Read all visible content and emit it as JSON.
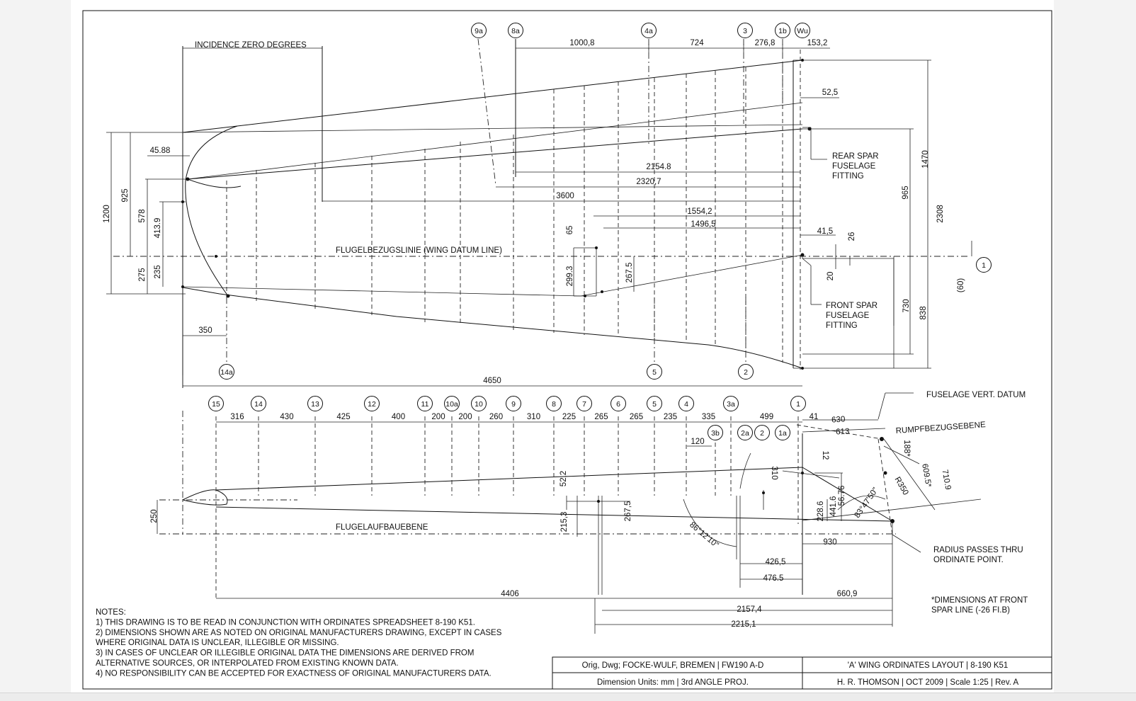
{
  "labels": {
    "incidence": "INCIDENCE ZERO DEGREES",
    "wing_datum": "FLUGELBEZUGSLINIE (WING DATUM LINE)",
    "rear_spar": [
      "REAR SPAR",
      "FUSELAGE",
      "FITTING"
    ],
    "front_spar": [
      "FRONT SPAR",
      "FUSELAGE",
      "FITTING"
    ],
    "fuselage_vert_datum": "FUSELAGE VERT. DATUM",
    "rumpfbezugsebene": "RUMPFBEZUGSEBENE",
    "flugelaufbauebene": "FLUGELAUFBAUEBENE",
    "radius_note": [
      "RADIUS PASSES THRU",
      "ORDINATE POINT."
    ],
    "front_spar_note": [
      "*DIMENSIONS AT FRONT",
      "SPAR LINE (-26 FI.B)"
    ]
  },
  "top_bubbles": [
    "9a",
    "8a",
    "4a",
    "3",
    "1b",
    "Wu"
  ],
  "mid_bubbles": [
    "14a",
    "5",
    "2"
  ],
  "side_bubble": "1",
  "bottom_bubbles": [
    "15",
    "14",
    "13",
    "12",
    "11",
    "10a",
    "10",
    "9",
    "8",
    "7",
    "6",
    "5",
    "4",
    "3a",
    "1"
  ],
  "bottom_bubbles_2": [
    "3b",
    "2a",
    "2",
    "1a"
  ],
  "top_dims": {
    "d1000": "1000,8",
    "d724": "724",
    "d276": "276,8",
    "d153": "153,2",
    "d52": "52,5",
    "d2154": "2154.8",
    "d2320": "2320,7",
    "d3600": "3600",
    "d1554": "1554,2",
    "d1496": "1496,5",
    "d41": "41,5",
    "d26": "26",
    "d20": "20",
    "d65": "65",
    "d299": "299.3",
    "d267": "267.5",
    "d4588": "45.88",
    "d350": "350",
    "d4650": "4650",
    "d1200": "1200",
    "d925": "925",
    "d578": "578",
    "d4139": "413.9",
    "d275": "275",
    "d235": "235",
    "d1470": "1470",
    "d965": "965",
    "d2308": "2308",
    "d730": "730",
    "d838": "838",
    "d60": "(60)"
  },
  "bottom_dims": [
    "316",
    "430",
    "425",
    "400",
    "200",
    "200",
    "260",
    "310",
    "225",
    "265",
    "265",
    "235",
    "335",
    "499",
    "41"
  ],
  "side_dims": {
    "d630": "630",
    "d613": "613",
    "d120": "120",
    "d12": "12",
    "d310": "310",
    "d188": "188*",
    "d6095": "609.5*",
    "d7109": "710.9",
    "r350": "R350",
    "a83": "83°47'50\"",
    "a86": "86°12'10\"",
    "d5676": "56.76",
    "d4416": "441.6",
    "d2286": "228.6",
    "d930": "930",
    "d4265": "426,5",
    "d4765": "476.5",
    "d4406": "4406",
    "d6609": "660,9",
    "d21574": "2157,4",
    "d22151": "2215,1",
    "d250": "250",
    "d522": "52,2",
    "d2153": "215,3",
    "d2675": "267,5"
  },
  "notes": [
    "NOTES:",
    "1) THIS DRAWING IS TO BE READ IN CONJUNCTION WITH ORDINATES SPREADSHEET 8-190 K51.",
    "2) DIMENSIONS SHOWN ARE AS NOTED ON ORIGINAL MANUFACTURERS DRAWING, EXCEPT IN CASES",
    "WHERE ORIGINAL DATA IS UNCLEAR, ILLEGIBLE OR MISSING.",
    "3) IN CASES OF UNCLEAR OR ILLEGIBLE ORIGINAL DATA THE DIMENSIONS ARE DERIVED FROM",
    "ALTERNATIVE SOURCES, OR INTERPOLATED FROM EXISTING KNOWN DATA.",
    "4) NO RESPONSIBILITY CAN BE ACCEPTED FOR EXACTNESS OF ORIGINAL MANUFACTURERS DATA."
  ],
  "title_block": {
    "orig": "Orig, Dwg; FOCKE-WULF, BREMEN",
    "model": "FW190 A-D",
    "title": "'A' WING ORDINATES LAYOUT",
    "drawing_no": "8-190 K51",
    "units": "Dimension Units:  mm",
    "proj": "3rd ANGLE PROJ.",
    "author": "H. R. THOMSON",
    "date": "OCT 2009",
    "scale": "Scale 1:25",
    "rev": "Rev. A"
  }
}
